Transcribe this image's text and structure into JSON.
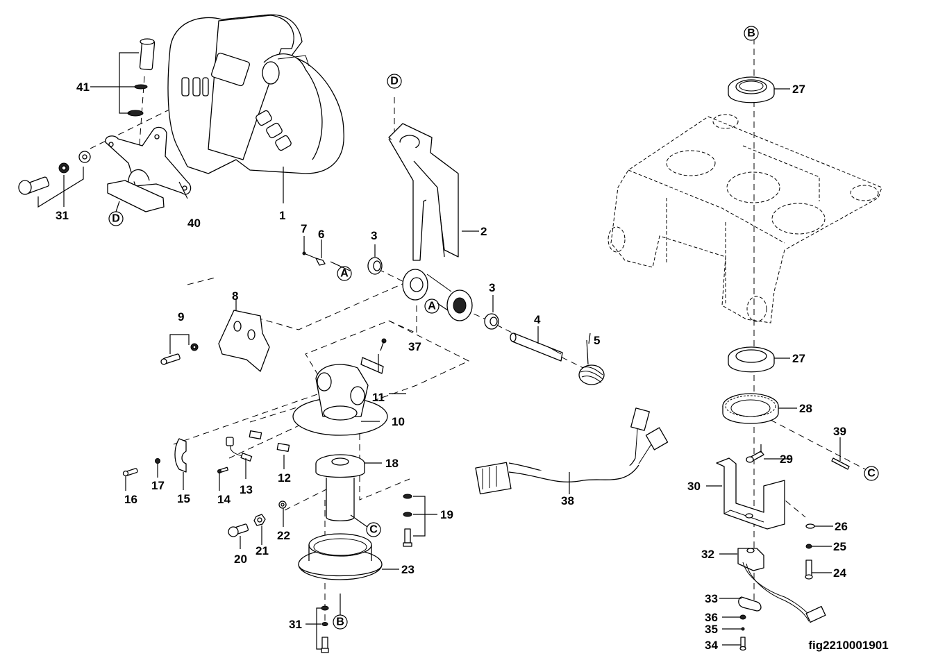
{
  "figure": {
    "id_label": "fig2210001901",
    "type": "exploded parts diagram",
    "line_color": "#000000",
    "background": "#ffffff"
  },
  "callouts": [
    {
      "key": "c1",
      "label": "1"
    },
    {
      "key": "c2",
      "label": "2"
    },
    {
      "key": "c3a",
      "label": "3"
    },
    {
      "key": "c3b",
      "label": "3"
    },
    {
      "key": "c4",
      "label": "4"
    },
    {
      "key": "c5",
      "label": "5"
    },
    {
      "key": "c6",
      "label": "6"
    },
    {
      "key": "c7",
      "label": "7"
    },
    {
      "key": "c8",
      "label": "8"
    },
    {
      "key": "c9",
      "label": "9"
    },
    {
      "key": "c10",
      "label": "10"
    },
    {
      "key": "c11",
      "label": "11"
    },
    {
      "key": "c12",
      "label": "12"
    },
    {
      "key": "c13",
      "label": "13"
    },
    {
      "key": "c14",
      "label": "14"
    },
    {
      "key": "c15",
      "label": "15"
    },
    {
      "key": "c16",
      "label": "16"
    },
    {
      "key": "c17",
      "label": "17"
    },
    {
      "key": "c18",
      "label": "18"
    },
    {
      "key": "c19",
      "label": "19"
    },
    {
      "key": "c20",
      "label": "20"
    },
    {
      "key": "c21",
      "label": "21"
    },
    {
      "key": "c22",
      "label": "22"
    },
    {
      "key": "c23",
      "label": "23"
    },
    {
      "key": "c24",
      "label": "24"
    },
    {
      "key": "c25",
      "label": "25"
    },
    {
      "key": "c26",
      "label": "26"
    },
    {
      "key": "c27a",
      "label": "27"
    },
    {
      "key": "c27b",
      "label": "27"
    },
    {
      "key": "c28",
      "label": "28"
    },
    {
      "key": "c29",
      "label": "29"
    },
    {
      "key": "c30",
      "label": "30"
    },
    {
      "key": "c31a",
      "label": "31"
    },
    {
      "key": "c31b",
      "label": "31"
    },
    {
      "key": "c32",
      "label": "32"
    },
    {
      "key": "c33",
      "label": "33"
    },
    {
      "key": "c34",
      "label": "34"
    },
    {
      "key": "c35",
      "label": "35"
    },
    {
      "key": "c36",
      "label": "36"
    },
    {
      "key": "c37",
      "label": "37"
    },
    {
      "key": "c38",
      "label": "38"
    },
    {
      "key": "c39",
      "label": "39"
    },
    {
      "key": "c40",
      "label": "40"
    },
    {
      "key": "c41",
      "label": "41"
    }
  ],
  "references": [
    {
      "key": "rA1",
      "label": "A"
    },
    {
      "key": "rA2",
      "label": "A"
    },
    {
      "key": "rB1",
      "label": "B"
    },
    {
      "key": "rB2",
      "label": "B"
    },
    {
      "key": "rC1",
      "label": "C"
    },
    {
      "key": "rC2",
      "label": "C"
    },
    {
      "key": "rD1",
      "label": "D"
    },
    {
      "key": "rD2",
      "label": "D"
    }
  ],
  "parts": {
    "handle": "control handle with button panel",
    "arm": "steering arm",
    "bearing": "bearing",
    "shaft": "shaft",
    "spring": "torsion spring",
    "cover": "cover plate",
    "pivot_housing": "pivot housing",
    "column": "column tube",
    "base": "base flange",
    "frame": "chassis frame (hidden lines)",
    "gear_ring": "gear ring",
    "bracket": "sensor bracket",
    "sensor": "angle sensor",
    "harness": "wiring harness"
  }
}
